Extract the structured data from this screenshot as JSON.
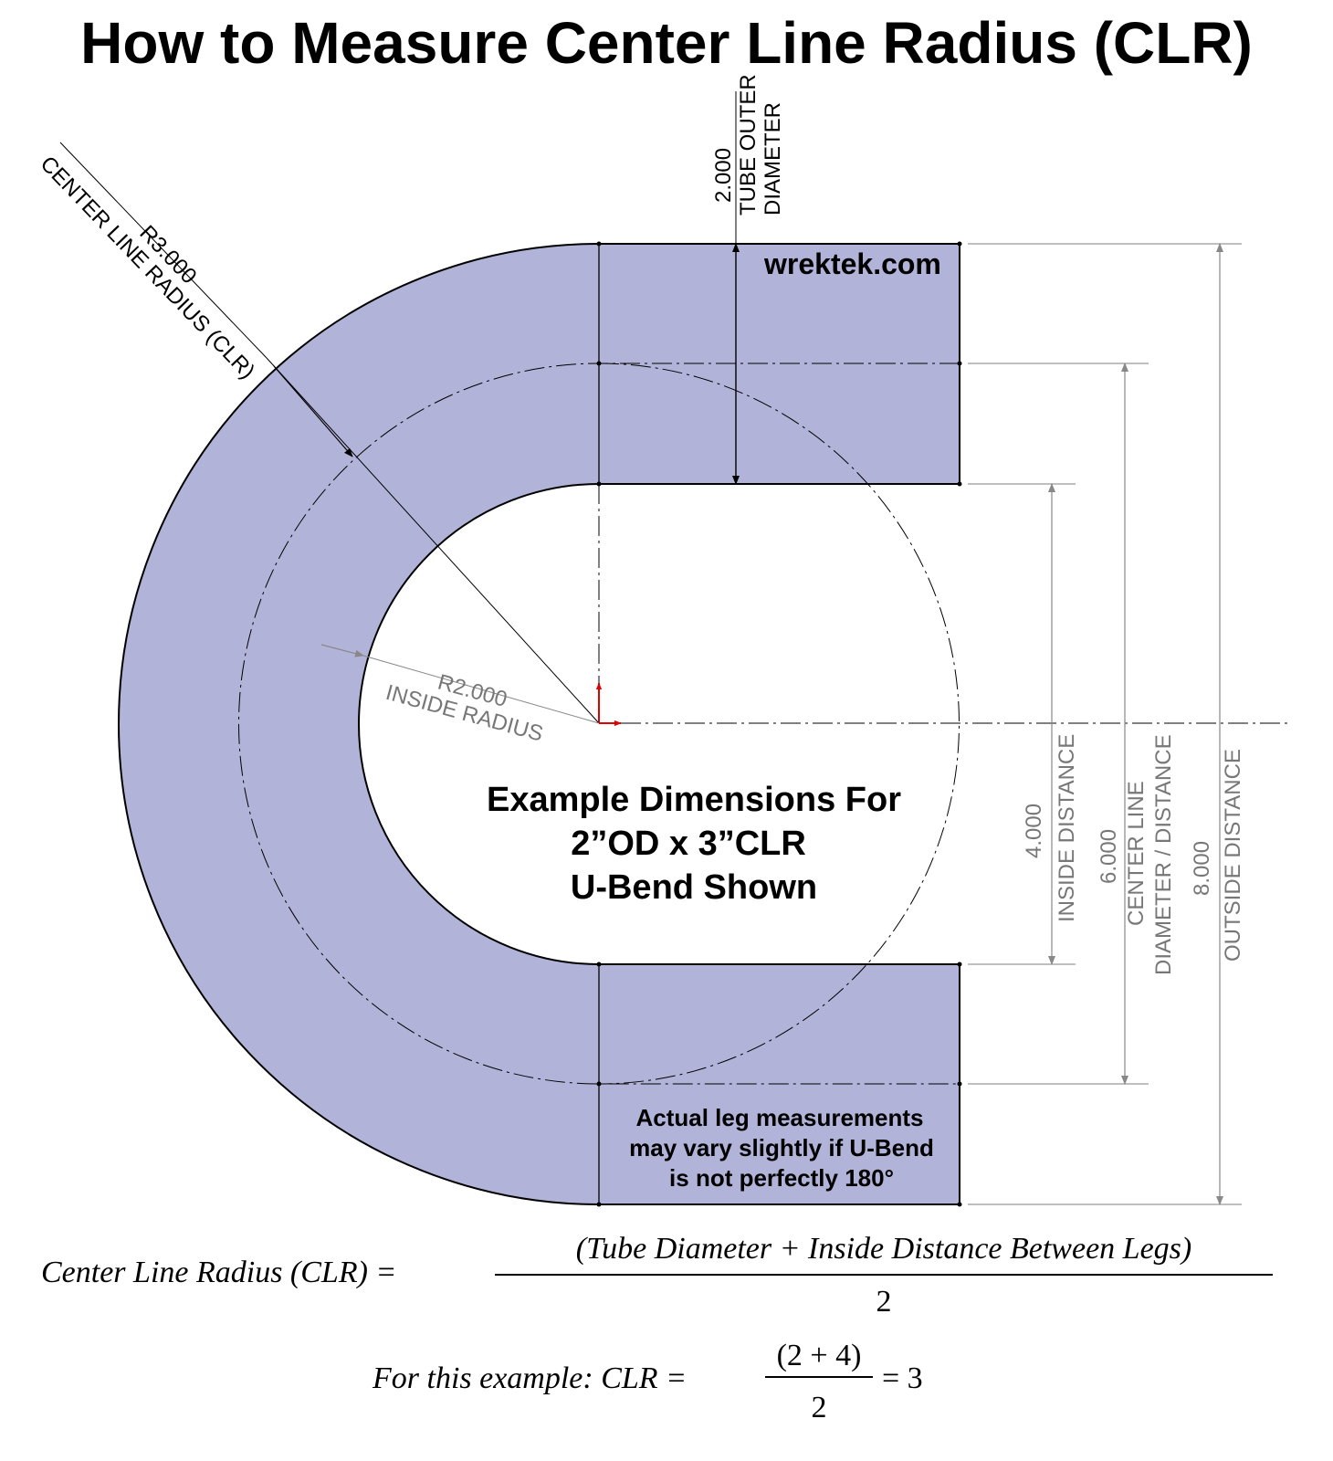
{
  "title": "How to Measure Center Line Radius (CLR)",
  "watermark": "wrektek.com",
  "dimensions": {
    "tube_od_value": "2.000",
    "tube_od_label_1": "TUBE OUTER",
    "tube_od_label_2": "DIAMETER",
    "clr_value": "R3.000",
    "clr_label": "CENTER LINE RADIUS (CLR)",
    "inside_radius_value": "R2.000",
    "inside_radius_label": "INSIDE RADIUS",
    "inside_distance_value": "4.000",
    "inside_distance_label": "INSIDE DISTANCE",
    "center_line_value": "6.000",
    "center_line_label_1": "CENTER LINE",
    "center_line_label_2": "DIAMETER / DISTANCE",
    "outside_distance_value": "8.000",
    "outside_distance_label": "OUTSIDE DISTANCE"
  },
  "center_note": {
    "line1": "Example Dimensions For",
    "line2": "2”OD x 3”CLR",
    "line3": "U-Bend Shown"
  },
  "leg_note": {
    "line1": "Actual leg measurements",
    "line2": "may vary slightly if U-Bend",
    "line3": "is not perfectly 180°"
  },
  "formula": {
    "lhs": "Center Line Radius (CLR) =",
    "numerator": "(Tube Diameter + Inside Distance Between Legs)",
    "denominator": "2"
  },
  "example": {
    "lhs": "For this example: CLR =",
    "numerator": "(2 + 4)",
    "denominator": "2",
    "result": "= 3"
  },
  "colors": {
    "tube_fill": "#b2b3d9",
    "dimension_gray": "#7a7a7a",
    "axis_red": "#e00000"
  }
}
